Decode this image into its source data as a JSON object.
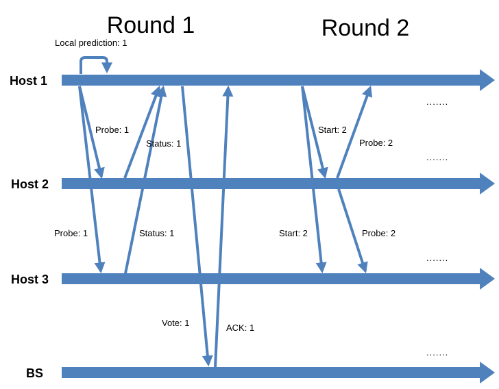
{
  "rounds": [
    "Round 1",
    "Round 2"
  ],
  "local_prediction": "Local prediction: 1",
  "lanes": [
    "Host 1",
    "Host 2",
    "Host 3",
    "BS"
  ],
  "messages": {
    "probe_h1_h2": "Probe: 1",
    "status_h2_h1": "Status: 1",
    "probe_h1_h3": "Probe: 1",
    "status_h3_h1": "Status: 1",
    "vote": "Vote: 1",
    "ack": "ACK: 1",
    "start_h1_h2": "Start: 2",
    "probe2_h2_h1": "Probe: 2",
    "start_h1_h3": "Start: 2",
    "probe2_h2_h3": "Probe: 2"
  },
  "ellipsis": "......."
}
